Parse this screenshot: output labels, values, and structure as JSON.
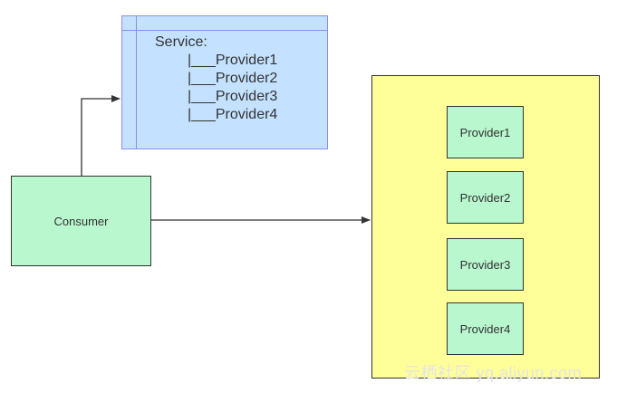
{
  "registry": {
    "title": "Service:",
    "items": [
      "|___Provider1",
      "|___Provider2",
      "|___Provider3",
      "|___Provider4"
    ]
  },
  "consumer": {
    "label": "Consumer"
  },
  "providers": [
    "Provider1",
    "Provider2",
    "Provider3",
    "Provider4"
  ],
  "watermark": "云栖社区 yq.aliyun.com",
  "colors": {
    "registry_fill": "#c4e2ff",
    "registry_stroke": "#8c8cf0",
    "node_fill": "#b9f7cf",
    "container_fill": "#ffff99",
    "stroke": "#333333"
  }
}
